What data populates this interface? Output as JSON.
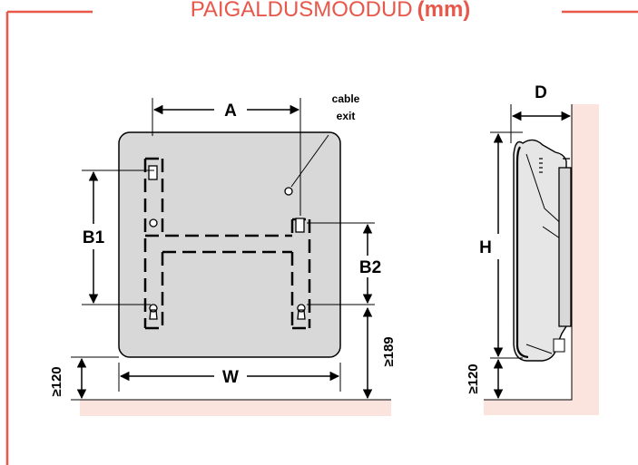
{
  "header": {
    "title_part1": "PAIGALDUS",
    "title_part2": "MOODUD",
    "title_unit": "(mm)",
    "accent_color": "#e8574a"
  },
  "labels": {
    "A": "A",
    "B1": "B1",
    "B2": "B2",
    "W": "W",
    "D": "D",
    "H": "H",
    "min_floor_front": "≥120",
    "min_floor_side": "≥120",
    "min_bracket": "≥189",
    "cable_line1": "cable",
    "cable_line2": "exit"
  },
  "colors": {
    "panel_fill": "#d8d8d8",
    "floor_fill": "#fbe3de",
    "frame_line": "#e8574a"
  }
}
